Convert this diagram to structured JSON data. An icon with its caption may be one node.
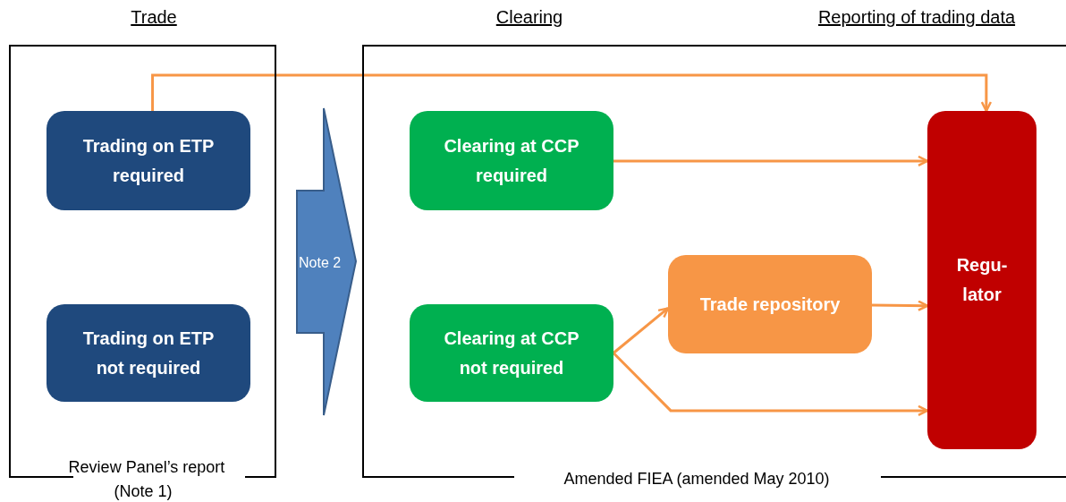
{
  "diagram": {
    "nodes": [
      {
        "text": [
          "Review Panel’s report (Note 1)"
        ]
      },
      {
        "text": [
          "Trading on ETP required"
        ],
        "in": 0
      },
      {
        "text": [
          "Trading on ETP not required"
        ],
        "in": 0
      },
      {
        "text": [
          "Note 2"
        ]
      },
      {
        "text": [
          "Amended FIEA (amended May 2010)"
        ]
      },
      {
        "text": [
          "Clearing at CCP required"
        ],
        "in": 4
      },
      {
        "text": [
          "Clearing at CCP not required"
        ],
        "in": 4
      },
      {
        "text": [
          "Trade repository"
        ],
        "in": 4
      },
      {
        "text": [
          "Regu- lator"
        ],
        "in": 4
      }
    ],
    "edges": [
      {
        "from": 1,
        "to": 8,
        "arrow": "to"
      },
      {
        "from": 5,
        "to": 8,
        "arrow": "to"
      },
      {
        "from": 6,
        "to": 7,
        "arrow": "to"
      },
      {
        "from": 7,
        "to": 8,
        "arrow": "to"
      },
      {
        "from": 6,
        "to": 8,
        "arrow": "to"
      }
    ],
    "labels": [
      "Trade",
      "Clearing",
      "Reporting of trading data"
    ]
  }
}
